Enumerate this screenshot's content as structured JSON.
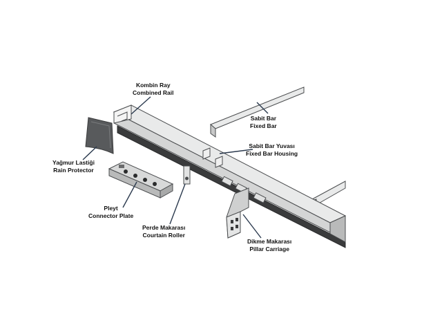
{
  "labels": {
    "combined_rail": {
      "tr": "Kombin Ray",
      "en": "Combined Rail"
    },
    "fixed_bar": {
      "tr": "Sabit Bar",
      "en": "Fixed Bar"
    },
    "fixed_bar_housing": {
      "tr": "Sabit Bar Yuvası",
      "en": "Fixed Bar Housing"
    },
    "rain_protector": {
      "tr": "Yağmur Lastiği",
      "en": "Rain Protector"
    },
    "connector_plate": {
      "tr": "Pleyt",
      "en": "Connector Plate"
    },
    "curtain_roller": {
      "tr": "Perde Makarası",
      "en": "Courtain Roller"
    },
    "pillar_carriage": {
      "tr": "Dikme Makarası",
      "en": "Pillar Carriage"
    }
  },
  "colors": {
    "rail_light": "#e9eaea",
    "rail_mid": "#c8c9c9",
    "rail_dark": "#3a3b3c",
    "outline": "#4a4c4e",
    "leader": "#2b3a4e",
    "rubber": "#585a5c"
  }
}
